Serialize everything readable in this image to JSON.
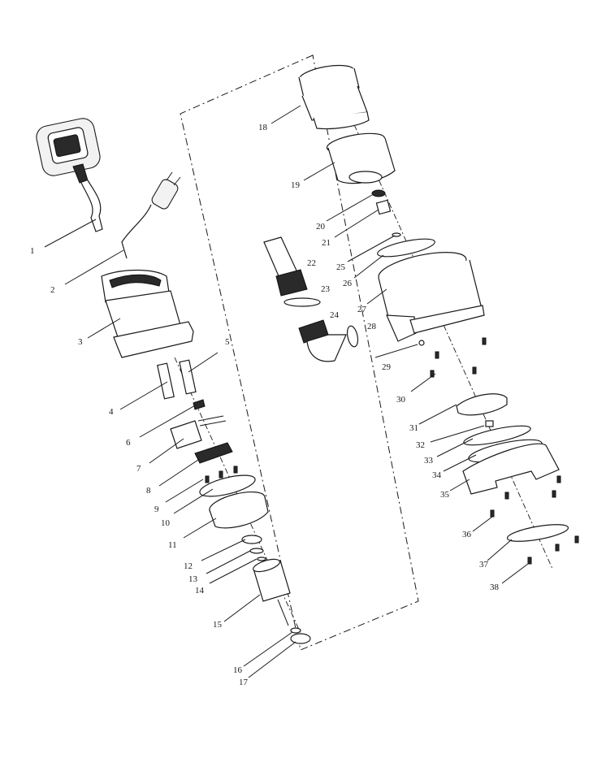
{
  "labels": {
    "n1": "1",
    "n2": "2",
    "n3": "3",
    "n4": "4",
    "n5": "5",
    "n6": "6",
    "n7": "7",
    "n8": "8",
    "n9": "9",
    "n10": "10",
    "n11": "11",
    "n12": "12",
    "n13": "13",
    "n14": "14",
    "n15": "15",
    "n16": "16",
    "n17": "17",
    "n18": "18",
    "n19": "19",
    "n20": "20",
    "n21": "21",
    "n22": "22",
    "n23": "23",
    "n24": "24",
    "n25": "25",
    "n26": "26",
    "n27": "27",
    "n28": "28",
    "n29": "29",
    "n30": "30",
    "n31": "31",
    "n32": "32",
    "n33": "33",
    "n34": "34",
    "n35": "35",
    "n36": "36",
    "n37": "37",
    "n38": "38"
  },
  "colors": {
    "line": "#1a1a1a",
    "background": "#ffffff"
  }
}
